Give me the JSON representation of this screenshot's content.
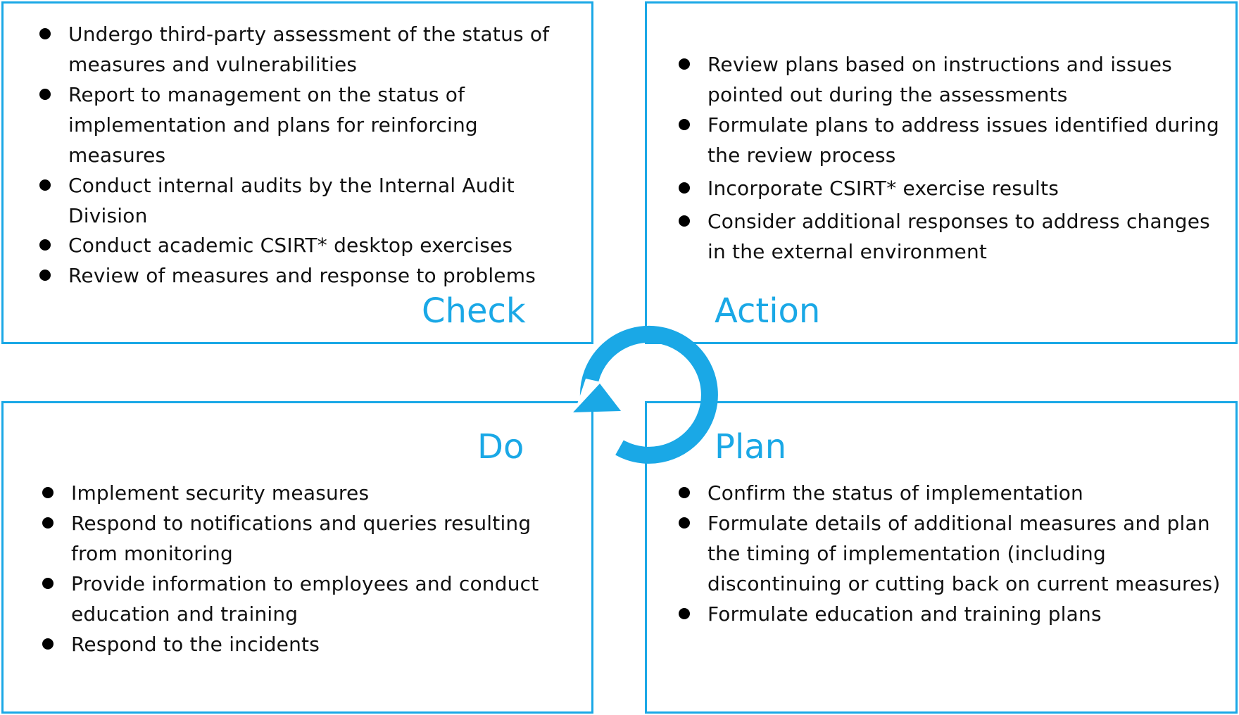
{
  "check": {
    "title": "Check",
    "items": [
      "Undergo third-party assessment of the status of measures and vulnerabilities",
      "Report to management on the status of implementation and plans for reinforcing measures",
      "Conduct internal audits by the Internal Audit Division",
      "Conduct academic CSIRT* desktop exercises",
      "Review of measures and response to problems"
    ]
  },
  "action": {
    "title": "Action",
    "items": [
      "Review plans based on instructions and issues pointed out during the assessments",
      "Formulate plans to address issues identified during the review process",
      "Incorporate CSIRT* exercise results",
      "Consider additional responses to address changes in the external environment"
    ]
  },
  "do": {
    "title": "Do",
    "items": [
      "Implement security measures",
      "Respond to notifications and queries resulting from monitoring",
      "Provide information to employees and conduct education and training",
      "Respond to the incidents"
    ]
  },
  "plan": {
    "title": "Plan",
    "items": [
      "Confirm the status of implementation",
      "Formulate details of additional measures and plan the timing of implementation (including discontinuing or cutting back on current measures)",
      "Formulate education and training plans"
    ]
  },
  "colors": {
    "accent": "#1aa8e6",
    "bullet": "#000000",
    "text": "#111111"
  }
}
